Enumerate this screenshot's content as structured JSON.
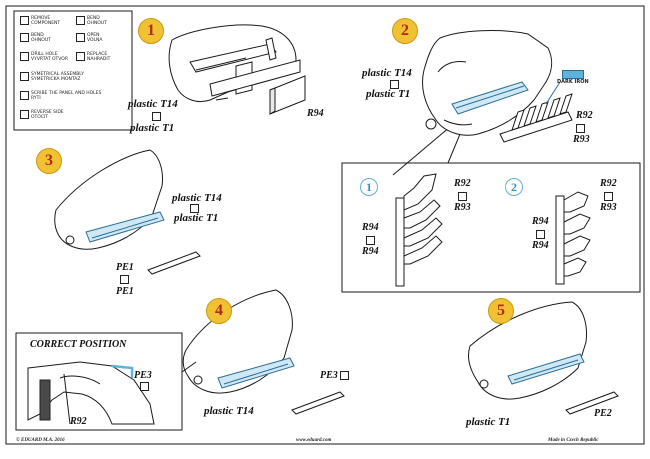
{
  "legend": [
    {
      "icon": "remove-icon",
      "text": [
        "REMOVE",
        "COMPONENT"
      ],
      "col": 0
    },
    {
      "icon": "bend-icon",
      "text": [
        "BEND",
        "OHNOUT"
      ],
      "col": 1
    },
    {
      "icon": "bend-cutout-icon",
      "text": [
        "BEND",
        "OHNOUT"
      ],
      "col": 0
    },
    {
      "icon": "open-icon",
      "text": [
        "OPEN",
        "VOLNA"
      ],
      "col": 1
    },
    {
      "icon": "drill-icon",
      "text": [
        "DRILL HOLE",
        "VYVRTAT OTVOR"
      ],
      "col": 0
    },
    {
      "icon": "replace-icon",
      "text": [
        "REPLACE",
        "NAHRADIT"
      ],
      "col": 1
    },
    {
      "icon": "symmetric-icon",
      "text": [
        "SYMETRICAL ASSEMBLY",
        "SYMETRICKA MONTAZ"
      ],
      "col": 0
    },
    {
      "icon": "scribe-icon",
      "text": [
        "SCRIBE THE PANEL AND HOLES",
        "RYTI"
      ],
      "col": 0
    },
    {
      "icon": "reverse-icon",
      "text": [
        "REVERSE SIDE",
        "OTOCIT"
      ],
      "col": 0
    }
  ],
  "steps": {
    "s1": {
      "number": "1",
      "labels": {
        "plastic_a": "plastic T14",
        "plastic_b": "plastic T1",
        "ref": "R94"
      }
    },
    "s2": {
      "number": "2",
      "labels": {
        "plastic_a": "plastic T14",
        "plastic_b": "plastic T1",
        "ref_a": "R92",
        "ref_b": "R93",
        "color_chip": "DARK IRON"
      }
    },
    "s3": {
      "number": "3",
      "labels": {
        "plastic_a": "plastic T14",
        "plastic_b": "plastic T1",
        "ref_a": "PE1",
        "ref_b": "PE1"
      }
    },
    "s4": {
      "number": "4",
      "labels": {
        "plastic": "plastic T14",
        "ref": "PE3"
      }
    },
    "s5": {
      "number": "5",
      "labels": {
        "plastic": "plastic T1",
        "ref": "PE2"
      }
    }
  },
  "substeps": {
    "a": {
      "number": "1",
      "refs": [
        "R92",
        "R93",
        "R94",
        "R94"
      ]
    },
    "b": {
      "number": "2",
      "refs": [
        "R92",
        "R93",
        "R94",
        "R94"
      ]
    }
  },
  "correct_position": {
    "title": "CORRECT POSITION",
    "ref_a": "R92",
    "ref_b": "PE3"
  },
  "footer": {
    "copyright": "© EDUARD M.A. 2016",
    "url": "www.eduard.com",
    "made_in": "Made in Czech Republic"
  },
  "colors": {
    "accent_blue": "#5fb2dc",
    "step_yellow": "#f0c233",
    "step_red": "#b02a10"
  }
}
